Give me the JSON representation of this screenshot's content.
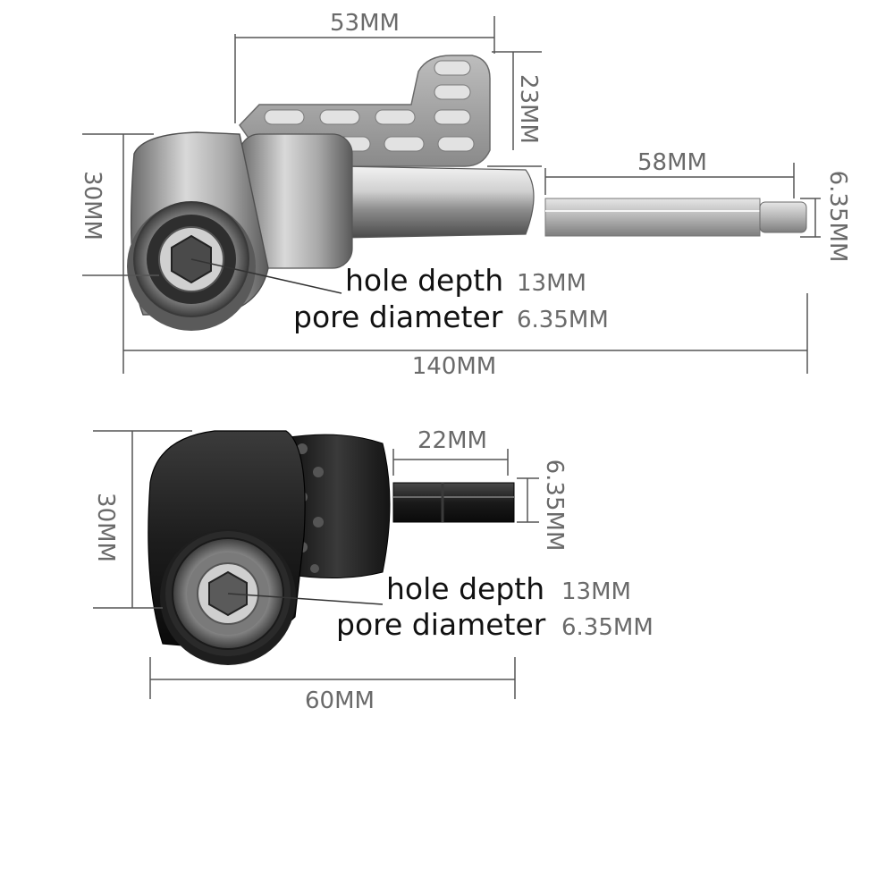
{
  "colors": {
    "silver": "#c4c4c4",
    "black_body": "#2b2b2b",
    "dimension_line": "#555555",
    "dimension_text": "#6a6a6a",
    "label_text": "#111111"
  },
  "top_adapter": {
    "finish": "silver",
    "dims": {
      "plate_width": "53MM",
      "plate_height": "23MM",
      "shank_length": "58MM",
      "shank_hex": "6.35MM",
      "head_height": "30MM",
      "total_length": "140MM"
    },
    "labels": {
      "hole_depth": "hole depth",
      "hole_depth_value": "13MM",
      "pore_diameter": "pore diameter",
      "pore_diameter_value": "6.35MM"
    }
  },
  "bottom_adapter": {
    "finish": "black",
    "dims": {
      "shank_length": "22MM",
      "shank_hex": "6.35MM",
      "head_height": "30MM",
      "total_length": "60MM"
    },
    "labels": {
      "hole_depth": "hole depth",
      "hole_depth_value": "13MM",
      "pore_diameter": "pore diameter",
      "pore_diameter_value": "6.35MM"
    }
  }
}
